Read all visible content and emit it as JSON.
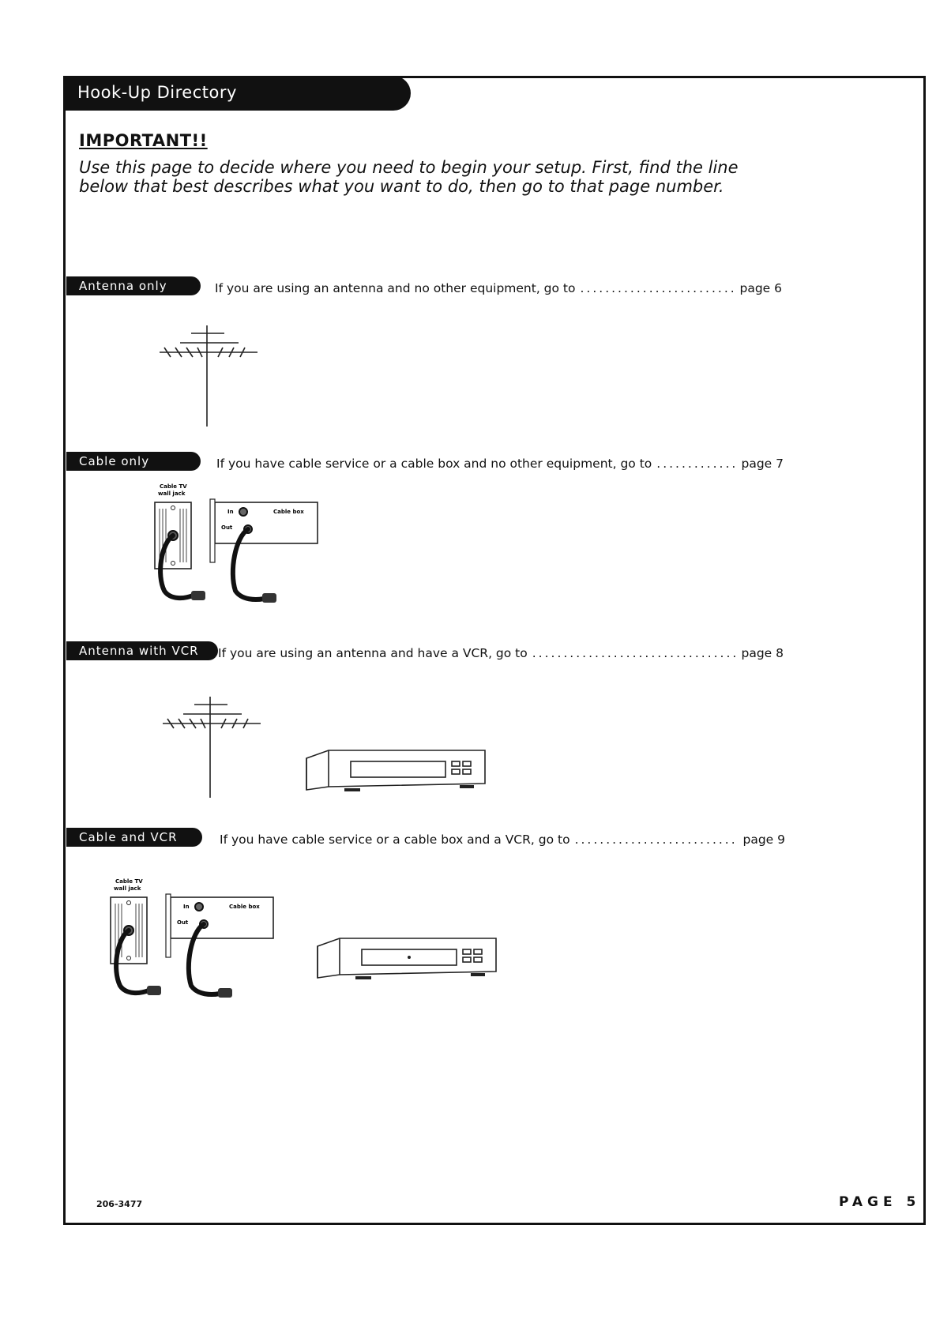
{
  "header": {
    "title": "Hook-Up Directory"
  },
  "important": {
    "heading": "IMPORTANT!!",
    "text": "Use this page to decide where you need to begin your setup. First, find the line below that best describes what you want to do, then go to that page number."
  },
  "sections": [
    {
      "label": "Antenna only",
      "text": "If you are using an antenna and no other equipment, go to",
      "page": "page 6"
    },
    {
      "label": "Cable only",
      "text": "If you have cable service or a cable box and no other equipment, go to",
      "page": "page 7"
    },
    {
      "label": "Antenna with VCR",
      "text": "If you are using an antenna and have a VCR, go to",
      "page": "page 8"
    },
    {
      "label": "Cable and VCR",
      "text": "If you have cable service or a cable box and a VCR, go to",
      "page": "page 9"
    }
  ],
  "illustrations": {
    "wall_jack_label_line1": "Cable TV",
    "wall_jack_label_line2": "wall jack",
    "cable_box_label": "Cable box",
    "port_in": "In",
    "port_out": "Out"
  },
  "footer": {
    "code": "206-3477",
    "page": "PAGE 5"
  }
}
